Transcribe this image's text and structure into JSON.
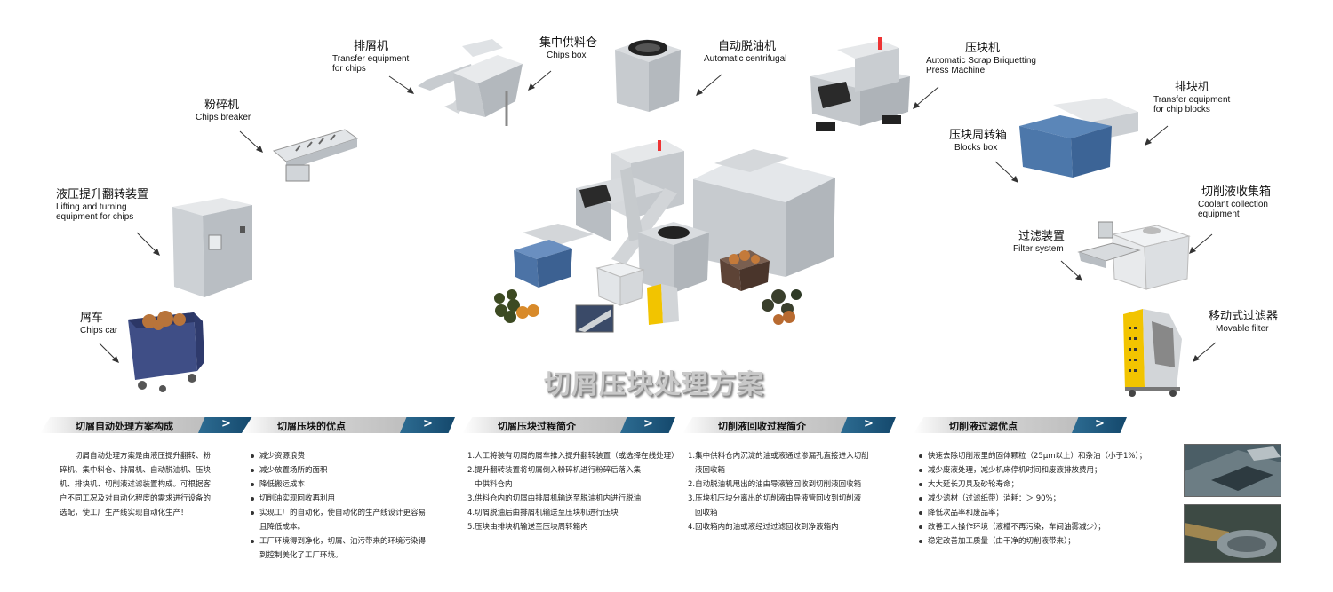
{
  "labels": {
    "chips_car": {
      "cn": "屑车",
      "en": [
        "Chips car"
      ]
    },
    "lifting": {
      "cn": "液压提升翻转装置",
      "en": [
        "Lifting and turning",
        "equipment for chips"
      ]
    },
    "breaker": {
      "cn": "粉碎机",
      "en": [
        "Chips breaker"
      ]
    },
    "transfer_chips": {
      "cn": "排屑机",
      "en": [
        "Transfer equipment",
        "for chips"
      ]
    },
    "chips_box": {
      "cn": "集中供料仓",
      "en": [
        "Chips box"
      ]
    },
    "centrifugal": {
      "cn": "自动脱油机",
      "en": [
        "Automatic centrifugal"
      ]
    },
    "briquetting": {
      "cn": "压块机",
      "en": [
        "Automatic Scrap Briquetting",
        "Press Machine"
      ]
    },
    "transfer_blocks": {
      "cn": "排块机",
      "en": [
        "Transfer equipment",
        "for chip blocks"
      ]
    },
    "blocks_box": {
      "cn": "压块周转箱",
      "en": [
        "Blocks box"
      ]
    },
    "coolant": {
      "cn": "切削液收集箱",
      "en": [
        "Coolant collection",
        "equipment"
      ]
    },
    "filter": {
      "cn": "过滤装置",
      "en": [
        "Filter system"
      ]
    },
    "movable": {
      "cn": "移动式过滤器",
      "en": [
        "Movable filter"
      ]
    }
  },
  "main_title": "切屑压块处理方案",
  "sections": {
    "s1": {
      "title": "切屑自动处理方案构成",
      "arrow": ">",
      "text": "切屑自动处理方案是由液压提升翻转、粉碎机、集中料仓、排屑机、自动脱油机、压块机、排块机、切削液过滤装置构成。可根据客户不同工况及对自动化程度的需求进行设备的选配，使工厂生产线实现自动化生产！"
    },
    "s2": {
      "title": "切屑压块的优点",
      "arrow": ">",
      "items": [
        "减少资源浪费",
        "减少放置场所的面积",
        "降低搬运成本",
        "切削油实现回收再利用",
        "实现工厂的自动化，使自动化的生产线设计更容易且降低成本。",
        "工厂环境得到净化，切屑、油污带来的环境污染得到控制美化了工厂环境。"
      ]
    },
    "s3": {
      "title": "切屑压块过程简介",
      "arrow": ">",
      "lines": [
        "1.人工将装有切屑的屑车推入提升翻转装置（或选择在线处理）",
        "2.提升翻转装置将切屑倒入粉碎机进行粉碎后落入集",
        "中供料仓内",
        "3.供料仓内的切屑由排屑机输送至脱油机内进行脱油",
        "4.切屑脱油后由排屑机输送至压块机进行压块",
        "5.压块由排块机输送至压块周转箱内"
      ]
    },
    "s4": {
      "title": "切削液回收过程简介",
      "arrow": ">",
      "lines": [
        "1.集中供料仓内沉淀的油或液通过渗漏孔直接进入切削",
        "液回收箱",
        "2.自动脱油机甩出的油由导液管回收到切削液回收箱",
        "3.压块机压块分离出的切削液由导液管回收到切削液",
        "回收箱",
        "4.回收箱内的油或液经过过滤回收到净液箱内"
      ]
    },
    "s5": {
      "title": "切削液过滤优点",
      "arrow": ">",
      "items": [
        "快速去除切削液里的固体颗粒（25μm以上）和杂油（小于1%）；",
        "减少废液处理，减少机床停机时间和废液排放费用；",
        "大大延长刀具及砂轮寿命；",
        "减少滤材（过滤纸带）消耗：＞ 90%；",
        "降低次品率和废品率；",
        "改善工人操作环境（液槽不再污染，车间油雾减少）；",
        "稳定改善加工质量（由干净的切削液带来）；"
      ]
    }
  },
  "colors": {
    "banner_blue": "#1c557c",
    "machine_gray": "#d4d7da",
    "container_blue": "#4a6aa0",
    "filter_yellow": "#f2c400"
  }
}
